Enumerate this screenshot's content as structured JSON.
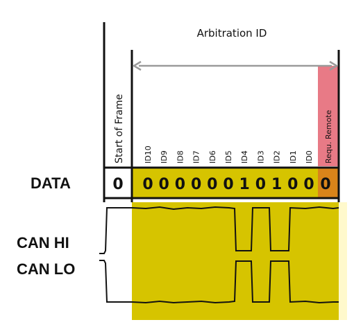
{
  "header": {
    "arbitration_label": "Arbitration ID",
    "start_of_frame_label": "Start of Frame",
    "rtr_label": "Requ. Remote"
  },
  "id_labels": [
    "ID10",
    "ID9",
    "ID8",
    "ID7",
    "ID6",
    "ID5",
    "ID4",
    "ID3",
    "ID2",
    "ID1",
    "ID0"
  ],
  "data_row": {
    "label": "DATA",
    "sof_bit": "0",
    "id_bits": [
      "0",
      "0",
      "0",
      "0",
      "0",
      "0",
      "1",
      "0",
      "1",
      "0",
      "0"
    ],
    "rtr_bit": "0"
  },
  "signals": {
    "can_hi_label": "CAN HI",
    "can_lo_label": "CAN LO"
  },
  "colors": {
    "highlight": "#d6c400",
    "highlight_light": "#fff9cc",
    "rtr_header": "#e87a86",
    "rtr_bit_bg": "#d9841a",
    "arrow": "#9a9a9a",
    "line": "#111111"
  }
}
